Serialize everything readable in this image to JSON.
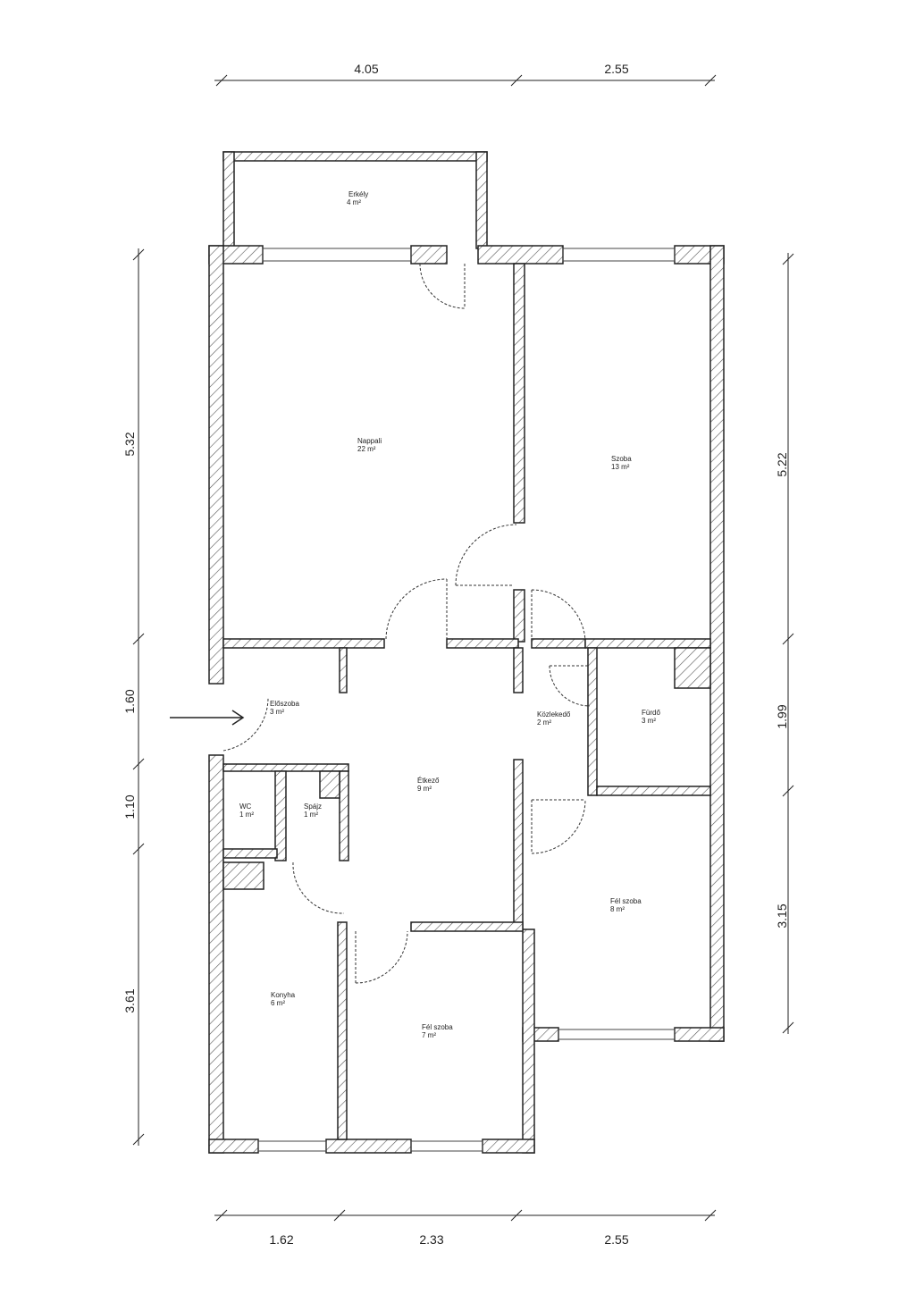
{
  "rooms": [
    {
      "name": "Erkély",
      "area": "4 m²"
    },
    {
      "name": "Nappali",
      "area": "22 m²"
    },
    {
      "name": "Szoba",
      "area": "13 m²"
    },
    {
      "name": "Előszoba",
      "area": "3 m²"
    },
    {
      "name": "Közlekedő",
      "area": "2 m²"
    },
    {
      "name": "Fürdő",
      "area": "3 m²"
    },
    {
      "name": "Étkező",
      "area": "9 m²"
    },
    {
      "name": "WC",
      "area": "1 m²"
    },
    {
      "name": "Spájz",
      "area": "1 m²"
    },
    {
      "name": "Fél szoba",
      "area": "8 m²"
    },
    {
      "name": "Konyha",
      "area": "6 m²"
    },
    {
      "name": "Fél szoba",
      "area": "7 m²"
    }
  ],
  "dimensions": {
    "top": [
      "4.05",
      "2.55"
    ],
    "left": [
      "5.32",
      "1.60",
      "1.10",
      "3.61"
    ],
    "right": [
      "5.22",
      "1.99",
      "3.15"
    ],
    "bottom": [
      "1.62",
      "2.33",
      "2.55"
    ]
  }
}
